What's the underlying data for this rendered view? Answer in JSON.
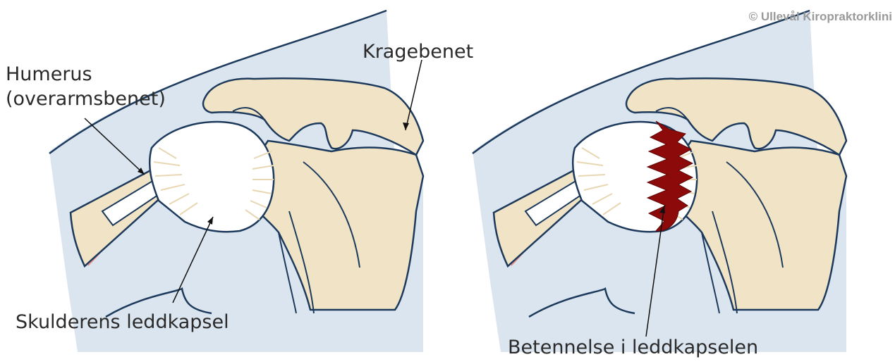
{
  "copyright": "© Ullevål Kiropraktorklini",
  "left_diagram": {
    "labels": {
      "humerus_line1": "Humerus",
      "humerus_line2": "(overarmsbenet)",
      "kragebenet": "Kragebenet",
      "leddkapsel": "Skulderens leddkapsel"
    }
  },
  "right_diagram": {
    "labels": {
      "betennelse": "Betennelse i leddkapselen"
    }
  },
  "colors": {
    "skin": "#dbe5ef",
    "bone": "#f1e4c6",
    "outline": "#1d3a5c",
    "capsule": "#ffffff",
    "muscle": "#e9928c",
    "inflammation": "#8c0a0a"
  }
}
